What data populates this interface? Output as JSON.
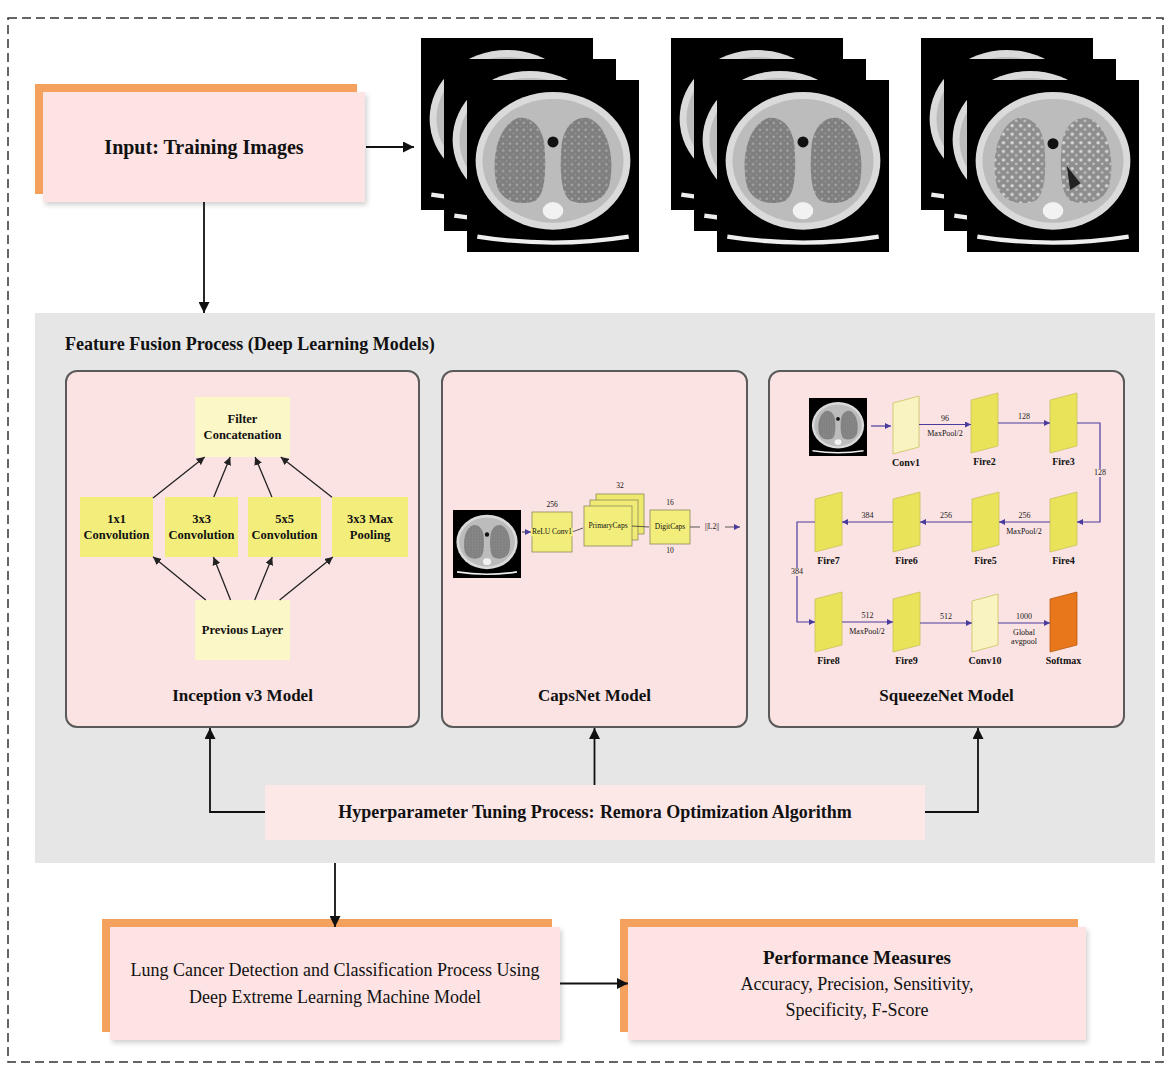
{
  "diagram": {
    "nodes": [
      {
        "text": [
          "Input: Training Images"
        ]
      },
      {
        "text": [
          "Feature Fusion Process (Deep Learning Models)"
        ]
      },
      {
        "text": [
          "Inception v3 Model"
        ],
        "in": 1
      },
      {
        "text": [
          "Filter Concatenation"
        ],
        "in": 2
      },
      {
        "text": [
          "1x1 Convolution"
        ],
        "in": 2
      },
      {
        "text": [
          "3x3 Convolution"
        ],
        "in": 2
      },
      {
        "text": [
          "5x5 Convolution"
        ],
        "in": 2
      },
      {
        "text": [
          "3x3 Max Pooling"
        ],
        "in": 2
      },
      {
        "text": [
          "Previous Layer"
        ],
        "in": 2
      },
      {
        "text": [
          "CapsNet Model"
        ],
        "in": 1
      },
      {
        "text": [
          "SqueezeNet Model"
        ],
        "in": 1
      },
      {
        "text": [
          "Conv1"
        ],
        "in": 10
      },
      {
        "text": [
          "Fire2"
        ],
        "in": 10
      },
      {
        "text": [
          "Fire3"
        ],
        "in": 10
      },
      {
        "text": [
          "Fire4"
        ],
        "in": 10
      },
      {
        "text": [
          "Fire5"
        ],
        "in": 10
      },
      {
        "text": [
          "Fire6"
        ],
        "in": 10
      },
      {
        "text": [
          "Fire7"
        ],
        "in": 10
      },
      {
        "text": [
          "Fire8"
        ],
        "in": 10
      },
      {
        "text": [
          "Fire9"
        ],
        "in": 10
      },
      {
        "text": [
          "Conv10"
        ],
        "in": 10
      },
      {
        "text": [
          "Softmax"
        ],
        "in": 10
      },
      {
        "text": [
          "Hyperparameter Tuning Process:",
          "Remora Optimization Algorithm"
        ],
        "in": 1
      },
      {
        "text": [
          "Lung Cancer Detection and Classification Process Using Deep Extreme Learning Machine Model"
        ]
      },
      {
        "text": [
          "Performance Measures",
          "Accuracy, Precision, Sensitivity, Specificity, F-Score"
        ]
      }
    ],
    "edges": [
      {
        "from": 0,
        "to": 1,
        "arrow": "to"
      },
      {
        "from": 8,
        "to": 4,
        "arrow": "to"
      },
      {
        "from": 8,
        "to": 5,
        "arrow": "to"
      },
      {
        "from": 8,
        "to": 6,
        "arrow": "to"
      },
      {
        "from": 8,
        "to": 7,
        "arrow": "to"
      },
      {
        "from": 4,
        "to": 3,
        "arrow": "to"
      },
      {
        "from": 5,
        "to": 3,
        "arrow": "to"
      },
      {
        "from": 6,
        "to": 3,
        "arrow": "to"
      },
      {
        "from": 7,
        "to": 3,
        "arrow": "to"
      },
      {
        "from": 11,
        "to": 12,
        "label": "96",
        "arrow": "to"
      },
      {
        "from": 12,
        "to": 13,
        "label": "128",
        "arrow": "to"
      },
      {
        "from": 13,
        "to": 14,
        "label": "128",
        "arrow": "to"
      },
      {
        "from": 14,
        "to": 15,
        "label": "256",
        "arrow": "to"
      },
      {
        "from": 15,
        "to": 16,
        "label": "256",
        "arrow": "to"
      },
      {
        "from": 16,
        "to": 17,
        "label": "384",
        "arrow": "to"
      },
      {
        "from": 17,
        "to": 18,
        "label": "384",
        "arrow": "to"
      },
      {
        "from": 18,
        "to": 19,
        "label": "512",
        "arrow": "to"
      },
      {
        "from": 19,
        "to": 20,
        "label": "512",
        "arrow": "to"
      },
      {
        "from": 20,
        "to": 21,
        "label": "1000",
        "arrow": "to"
      },
      {
        "from": 22,
        "to": 2,
        "arrow": "to"
      },
      {
        "from": 22,
        "to": 9,
        "arrow": "to"
      },
      {
        "from": 22,
        "to": 10,
        "arrow": "to"
      },
      {
        "from": 1,
        "to": 23,
        "arrow": "to"
      },
      {
        "from": 23,
        "to": 24,
        "arrow": "to"
      }
    ],
    "labels": [
      "ReLU Conv1",
      "256",
      "PrimaryCaps",
      "32",
      "DigitCaps",
      "16",
      "10",
      "||L2||",
      "MaxPool/2",
      "MaxPool/2",
      "MaxPool/2",
      "Global avgpool"
    ]
  }
}
